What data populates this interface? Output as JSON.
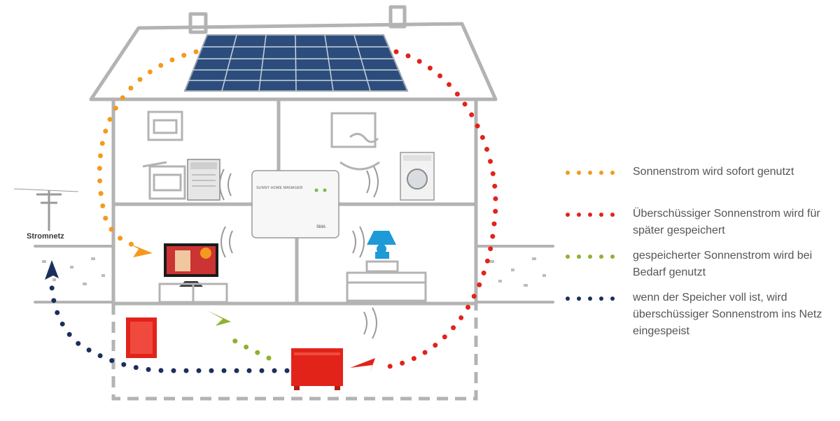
{
  "diagram": {
    "grid_label": "Stromnetz",
    "manager_label": "SUNNY HOME MANAGER",
    "manager_brand": "SMA"
  },
  "legend": [
    {
      "label": "Sonnenstrom wird sofort genutzt",
      "color": "#f39a1e"
    },
    {
      "label": "Überschüssiger Sonnenstrom wird für später gespeichert",
      "color": "#e2231a"
    },
    {
      "label": "gespeicherter Sonnenstrom wird bei Bedarf genutzt",
      "color": "#8fb131"
    },
    {
      "label": "wenn der Speicher voll ist, wird überschüssiger Sonnenstrom ins Netz eingespeist",
      "color": "#1b2f5c"
    }
  ],
  "colors": {
    "line": "#b3b3b3",
    "device_red": "#e2231a",
    "lamp": "#1e9ad6"
  }
}
